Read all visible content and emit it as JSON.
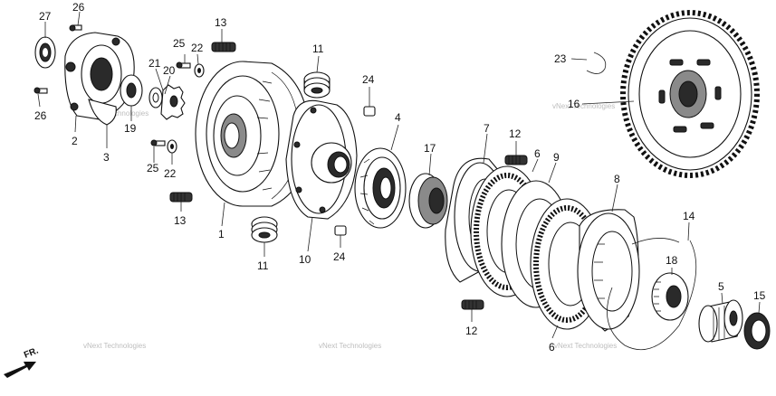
{
  "callouts": [
    {
      "id": "c27",
      "text": "27"
    },
    {
      "id": "c26a",
      "text": "26"
    },
    {
      "id": "c26b",
      "text": "26"
    },
    {
      "id": "c2",
      "text": "2"
    },
    {
      "id": "c3",
      "text": "3"
    },
    {
      "id": "c13a",
      "text": "13"
    },
    {
      "id": "c13b",
      "text": "13"
    },
    {
      "id": "c25a",
      "text": "25"
    },
    {
      "id": "c25b",
      "text": "25"
    },
    {
      "id": "c22a",
      "text": "22"
    },
    {
      "id": "c22b",
      "text": "22"
    },
    {
      "id": "c21",
      "text": "21"
    },
    {
      "id": "c20",
      "text": "20"
    },
    {
      "id": "c19",
      "text": "19"
    },
    {
      "id": "c1",
      "text": "1"
    },
    {
      "id": "c11a",
      "text": "11"
    },
    {
      "id": "c11b",
      "text": "11"
    },
    {
      "id": "c24a",
      "text": "24"
    },
    {
      "id": "c24b",
      "text": "24"
    },
    {
      "id": "c10",
      "text": "10"
    },
    {
      "id": "c4",
      "text": "4"
    },
    {
      "id": "c17",
      "text": "17"
    },
    {
      "id": "c7",
      "text": "7"
    },
    {
      "id": "c12a",
      "text": "12"
    },
    {
      "id": "c12b",
      "text": "12"
    },
    {
      "id": "c6a",
      "text": "6"
    },
    {
      "id": "c6b",
      "text": "6"
    },
    {
      "id": "c9",
      "text": "9"
    },
    {
      "id": "c8",
      "text": "8"
    },
    {
      "id": "c23",
      "text": "23"
    },
    {
      "id": "c16",
      "text": "16"
    },
    {
      "id": "c14",
      "text": "14"
    },
    {
      "id": "c18",
      "text": "18"
    },
    {
      "id": "c5",
      "text": "5"
    },
    {
      "id": "c15",
      "text": "15"
    }
  ],
  "direction_label": "FR.",
  "watermark": "vNext Technologies"
}
